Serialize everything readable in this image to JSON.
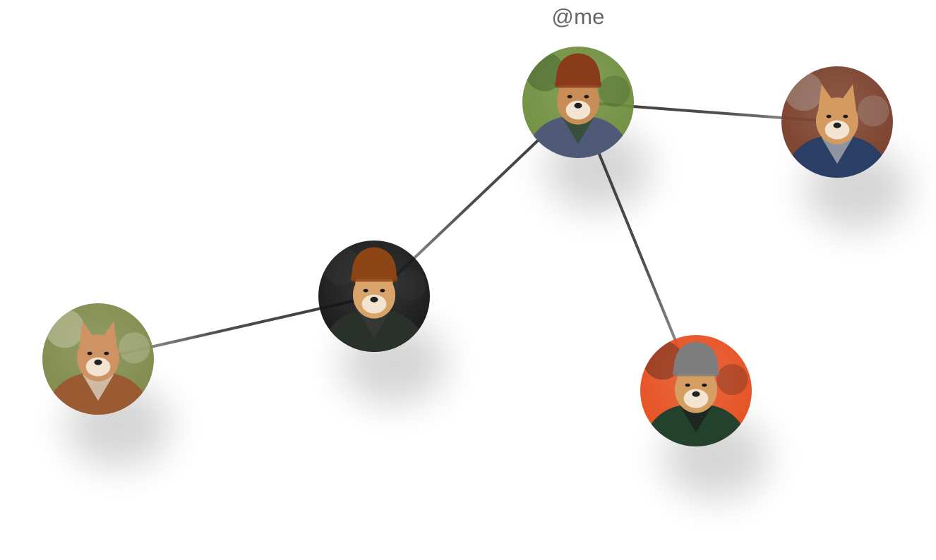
{
  "graph": {
    "center_label": "@me",
    "edge_color": "#3a3a3a",
    "nodes": [
      {
        "id": "me",
        "avatar": "shiba-beanie-forest",
        "label": "@me",
        "bg": "#6f8f3e",
        "fur": "#c98d57",
        "hat": "#8a3b1a",
        "cloth": "#4e5a78",
        "accent": "#2f4a24"
      },
      {
        "id": "right",
        "avatar": "shiba-plaid-cabin",
        "label": "",
        "bg": "#7a3f2a",
        "fur": "#d49a60",
        "hat": "",
        "cloth": "#2b3f66",
        "accent": "#b9b9b9"
      },
      {
        "id": "middle",
        "avatar": "shiba-beanie-dark",
        "label": "",
        "bg": "#161616",
        "fur": "#d8a46a",
        "hat": "#8d4515",
        "cloth": "#2a302a",
        "accent": "#3a3a3a"
      },
      {
        "id": "left",
        "avatar": "shiba-sweater-autumn",
        "label": "",
        "bg": "#7f8a4a",
        "fur": "#cf9262",
        "hat": "",
        "cloth": "#9a5a32",
        "accent": "#e7e2d6"
      },
      {
        "id": "bottom",
        "avatar": "shiba-nike-orange",
        "label": "",
        "bg": "#e64e1f",
        "fur": "#d59e63",
        "hat": "#7d7d7d",
        "cloth": "#22422e",
        "accent": "#1c1c1c"
      }
    ],
    "edges": [
      {
        "from": "me",
        "to": "right"
      },
      {
        "from": "me",
        "to": "middle"
      },
      {
        "from": "me",
        "to": "bottom"
      },
      {
        "from": "middle",
        "to": "left"
      }
    ]
  }
}
